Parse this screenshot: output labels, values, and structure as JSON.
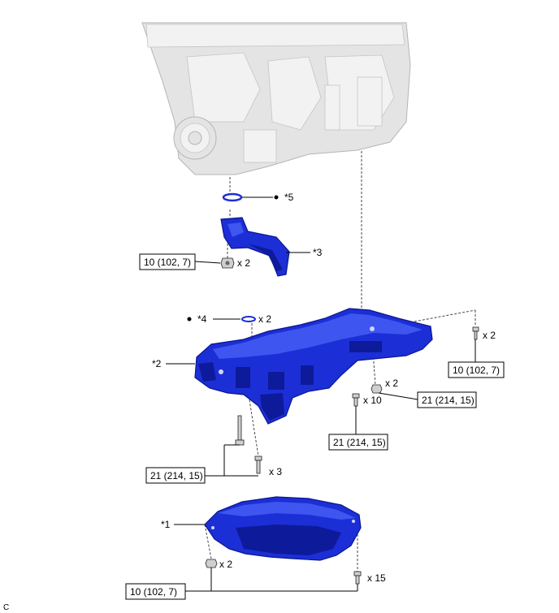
{
  "callouts": {
    "part5": "*5",
    "part3": "*3",
    "part4": "*4",
    "part2": "*2",
    "part1": "*1",
    "qty_oring_top": "x 2",
    "qty_strainer_nut": "x 2",
    "qty_right_bolt": "x 2",
    "qty_nut_right": "x 2",
    "qty_center_bolts": "x 10",
    "qty_left_bolts": "x 3",
    "qty_pan_nut": "x 2",
    "qty_pan_bolts": "x 15"
  },
  "torques": {
    "strainer": "10 (102, 7)",
    "right_bolt": "10 (102, 7)",
    "nut_right": "21 (214, 15)",
    "center": "21 (214, 15)",
    "left": "21 (214, 15)",
    "pan": "10 (102, 7)"
  },
  "corner_mark": "C"
}
